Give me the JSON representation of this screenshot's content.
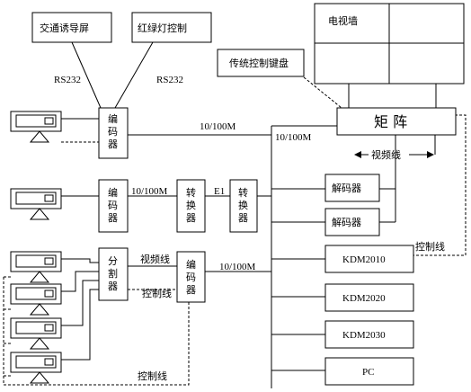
{
  "nodes": {
    "traffic_guidance_screen": "交通诱导屏",
    "traffic_light_control": "红绿灯控制",
    "tv_wall": "电视墙",
    "traditional_control_keyboard": "传统控制键盘",
    "matrix": "矩  阵",
    "encoder_top": "编码器",
    "encoder_mid": "编码器",
    "converter_1": "转换器",
    "converter_2": "转换器",
    "decoder_1": "解码器",
    "decoder_2": "解码器",
    "splitter": "分割器",
    "encoder_bottom": "编码器",
    "kdm2010": "KDM2010",
    "kdm2020": "KDM2020",
    "kdm2030": "KDM2030",
    "pc": "PC"
  },
  "edge_labels": {
    "rs232_left": "RS232",
    "rs232_right": "RS232",
    "net_top_1": "10/100M",
    "net_top_2": "10/100M",
    "net_mid": "10/100M",
    "e1": "E1",
    "net_bottom": "10/100M",
    "video_line_matrix": "视频线",
    "video_line_splitter": "视频线",
    "control_line_kdm": "控制线",
    "control_line_splitter": "控制线",
    "control_line_bottom": "控制线"
  },
  "paragraph_mark": "↵"
}
